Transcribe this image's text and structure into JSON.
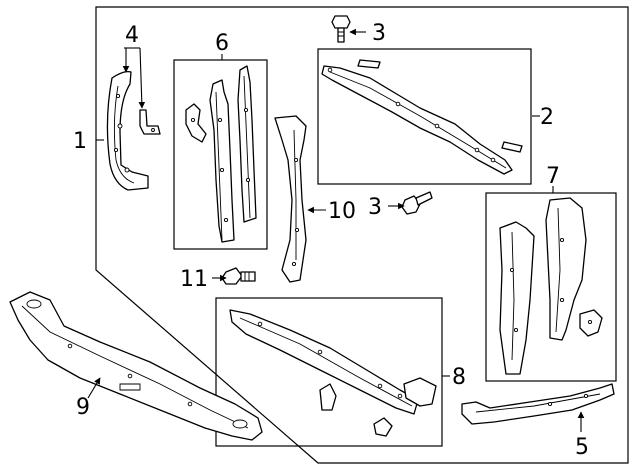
{
  "callouts": {
    "c1": "1",
    "c2": "2",
    "c3a": "3",
    "c3b": "3",
    "c4": "4",
    "c5": "5",
    "c6": "6",
    "c7": "7",
    "c8": "8",
    "c9": "9",
    "c10": "10",
    "c11": "11"
  }
}
